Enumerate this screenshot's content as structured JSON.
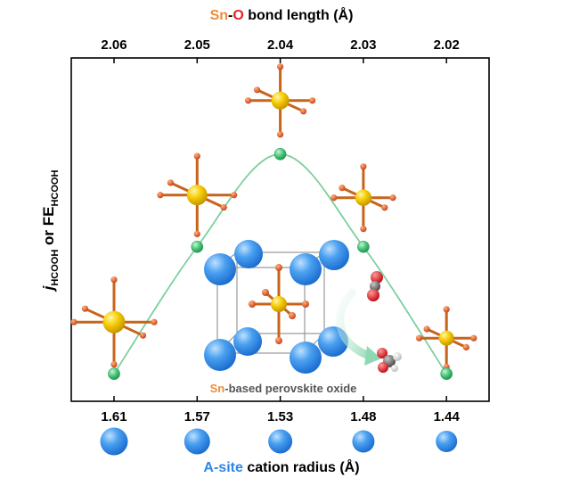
{
  "chart_data": {
    "type": "line",
    "top_axis": {
      "label_parts": {
        "element1": "Sn",
        "dash": "-",
        "element2": "O",
        "rest": " bond length (Å)"
      },
      "ticks": [
        "2.06",
        "2.05",
        "2.04",
        "2.03",
        "2.02"
      ]
    },
    "bottom_axis": {
      "label_parts": {
        "prefix": "A-site",
        "rest": " cation radius (Å)"
      },
      "ticks": [
        "1.61",
        "1.57",
        "1.53",
        "1.48",
        "1.44"
      ]
    },
    "ylabel_parts": {
      "j": "j",
      "sub1": "HCOOH",
      "or": " or FE",
      "sub2": "HCOOH"
    },
    "x": [
      1.61,
      1.57,
      1.53,
      1.48,
      1.44
    ],
    "bond_length": [
      2.06,
      2.05,
      2.04,
      2.03,
      2.02
    ],
    "values_relative": [
      0.08,
      0.45,
      0.72,
      0.45,
      0.08
    ],
    "ylim": [
      0,
      1
    ],
    "grid": false,
    "y_ticks_shown": false,
    "annotation_parts": {
      "prefix": "Sn",
      "rest": "-based perovskite oxide"
    }
  },
  "colors": {
    "curve": "#7dcf9f",
    "point": "#34c06a",
    "sn_orange": "#f08c3a",
    "oxygen_red": "#e8202a",
    "a_site_blue": "#2f86e6",
    "sn_atom": "#f5cc00",
    "o_atom": "#d9531e",
    "arrow": "#8fd9b2"
  },
  "icons": {
    "octahedron": "sn-o6-octahedron-icon",
    "a_site": "a-site-cation-sphere-icon",
    "co2": "co2-molecule-icon",
    "hcooh": "hcooh-molecule-icon"
  }
}
